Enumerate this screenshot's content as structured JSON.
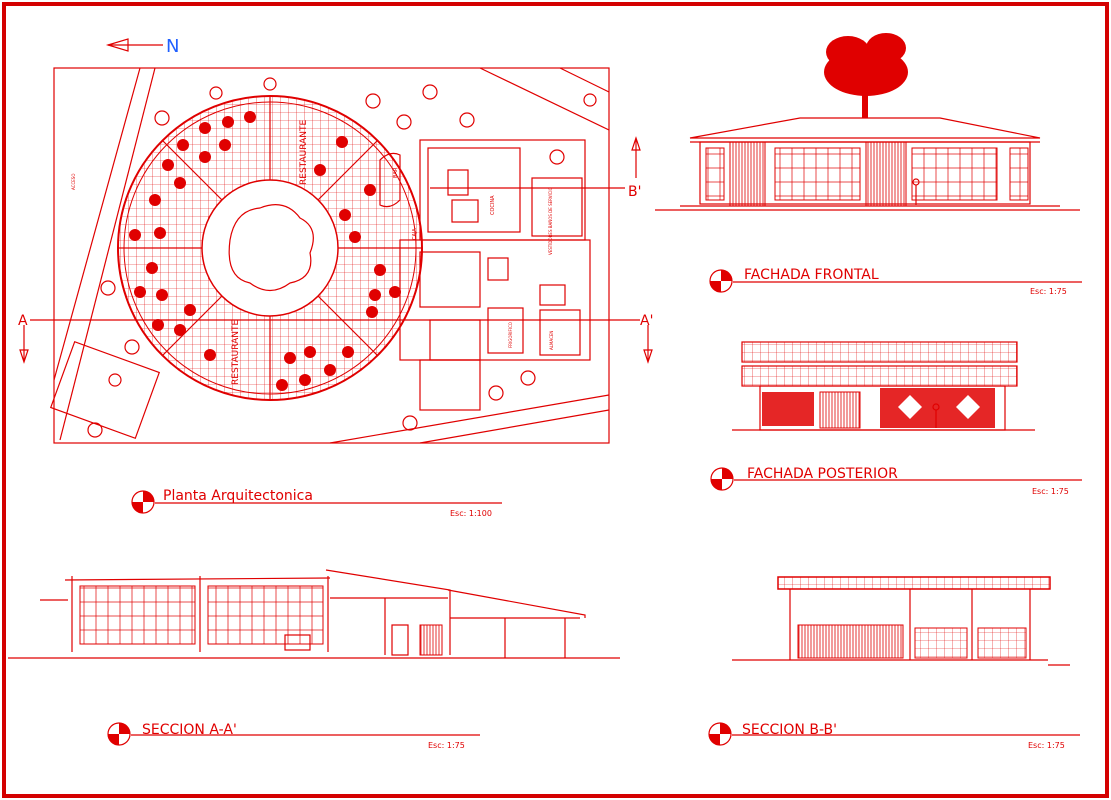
{
  "north_label": "N",
  "plan": {
    "title": "Planta Arquitectonica",
    "scale": "Esc: 1:100",
    "label_restaurant": "RESTAURANTE",
    "label_cocina": "COCINA",
    "label_bar": "BAR",
    "label_caja": "CAJA",
    "label_vestidores": "VESTIDORES BAÑOS DE SERVICIO",
    "label_frigorifico": "FRIGORIFICO",
    "label_almacen": "ALMACEN",
    "label_acceso": "ACCESO",
    "cut_a_left": "A",
    "cut_a_right": "A'",
    "cut_b_right": "B'"
  },
  "fachada_frontal": {
    "title": "FACHADA FRONTAL",
    "scale": "Esc: 1:75"
  },
  "fachada_posterior": {
    "title": "FACHADA POSTERIOR",
    "scale": "Esc: 1:75"
  },
  "seccion_aa": {
    "title": "SECCION A-A'",
    "scale": "Esc: 1:75"
  },
  "seccion_bb": {
    "title": "SECCION B-B'",
    "scale": "Esc: 1:75"
  },
  "colors": {
    "line": "#e00000",
    "background": "#ffffff"
  }
}
